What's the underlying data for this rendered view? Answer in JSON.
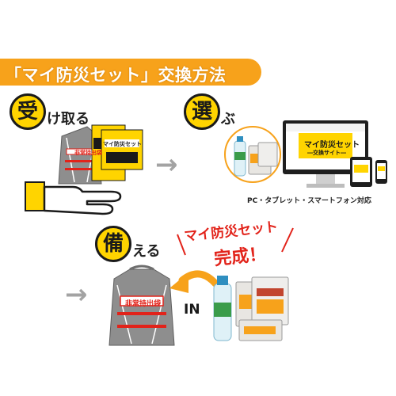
{
  "title": "「マイ防災セット」交換方法",
  "steps": {
    "receive": {
      "big": "受",
      "rest": "け取る"
    },
    "choose": {
      "big": "選",
      "rest": "ぶ"
    },
    "prepare": {
      "big": "備",
      "rest": "える"
    }
  },
  "package": {
    "box_title": "マイ防災セット",
    "bag_label": "非常持出袋"
  },
  "site": {
    "title": "マイ防災セット",
    "subtitle": "―交換サイト―"
  },
  "device_caption": "PC・タブレット・スマートフォン対応",
  "complete": {
    "line1": "マイ防災セット",
    "line2": "完成！"
  },
  "in_label": "IN",
  "colors": {
    "orange": "#f7a21b",
    "yellow": "#ffd400",
    "red": "#e2231a",
    "gray_arrow": "#a3a3a3",
    "bag_gray": "#8e8e8e"
  }
}
